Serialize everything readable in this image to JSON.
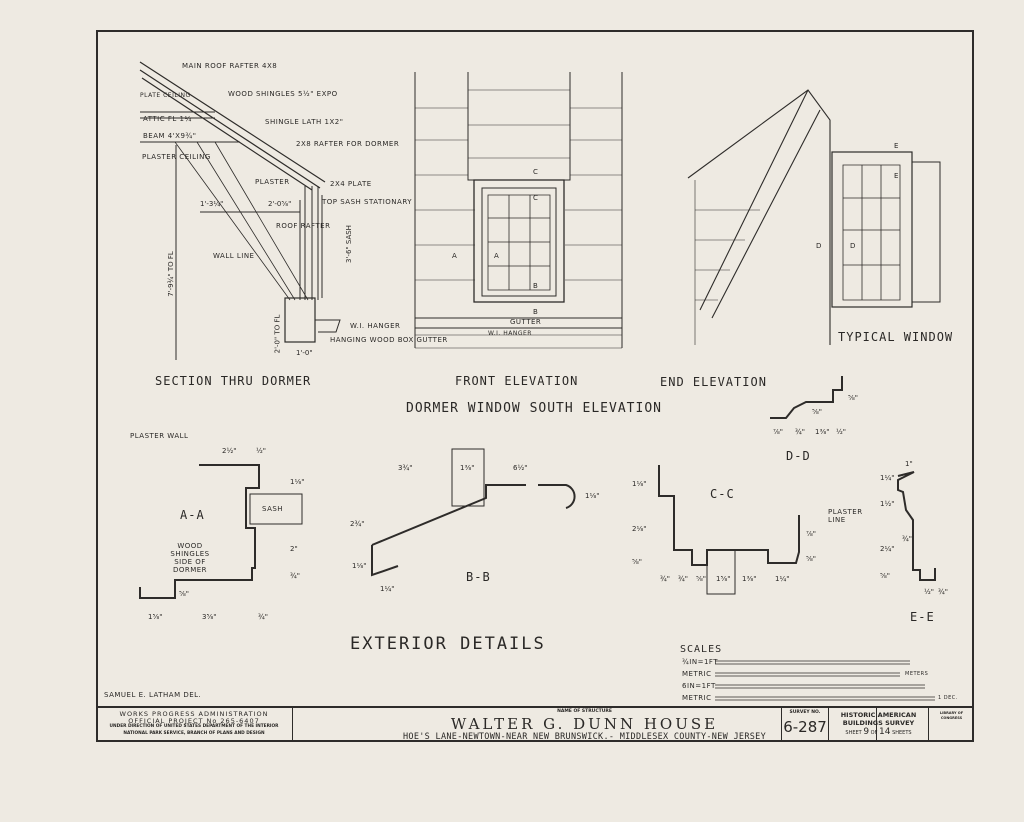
{
  "section_dormer": {
    "title": "SECTION THRU DORMER",
    "labels": [
      "MAIN ROOF RAFTER 4x8",
      "WOOD SHINGLES 5½\" EXPO",
      "PLATE CEILING",
      "ATTIC FL 1¼",
      "BEAM 4'x9¾\"",
      "SHINGLE LATH 1x2\"",
      "2x8 RAFTER FOR DORMER",
      "PLASTER CEILING",
      "PLASTER",
      "2x4 PLATE",
      "TOP SASH STATIONARY",
      "ROOF RAFTER",
      "WALL LINE",
      "W.I. HANGER",
      "HANGING WOOD BOX GUTTER"
    ],
    "dims": [
      "1'-3¼\"",
      "2'-0⅝\"",
      "3'-6\" SASH",
      "7'-9¾\" TO FL",
      "2'-0\" TO FL",
      "1'-0\""
    ]
  },
  "front_elevation": {
    "title": "FRONT ELEVATION",
    "labels": [
      "A",
      "A",
      "B",
      "B",
      "C",
      "C",
      "GUTTER",
      "W.I. HANGER"
    ]
  },
  "end_elevation": {
    "title": "END ELEVATION"
  },
  "typical_window": {
    "title": "TYPICAL WINDOW",
    "labels": [
      "D",
      "D",
      "E",
      "E"
    ]
  },
  "group_title": "DORMER WINDOW SOUTH ELEVATION",
  "details": {
    "aa": {
      "title": "A-A",
      "labels": [
        "PLASTER WALL",
        "WOOD SHINGLES SIDE OF DORMER",
        "SASH"
      ],
      "dims": [
        "2½\"",
        "½\"",
        "1⅛\"",
        "2\"",
        "¾\"",
        "1⅝\"",
        "3⅝\"",
        "¾\"",
        "⅝\""
      ]
    },
    "bb": {
      "title": "B-B",
      "dims": [
        "3¾\"",
        "1⅜\"",
        "6½\"",
        "1⅛\"",
        "2¾\"",
        "1⅛\"",
        "1¼\""
      ]
    },
    "cc": {
      "title": "C-C",
      "labels": [
        "PLASTER LINE"
      ],
      "dims": [
        "1⅛\"",
        "2⅛\"",
        "⅝\"",
        "¾\"",
        "¾\"",
        "⅝\"",
        "1⅝\"",
        "1⅜\"",
        "1¼\"",
        "⅞\"",
        "⅝\""
      ]
    },
    "dd": {
      "title": "D-D",
      "dims": [
        "⅞\"",
        "¾\"",
        "1⅜\"",
        "½\"",
        "⅝\"",
        "⅝\""
      ]
    },
    "ee": {
      "title": "E-E",
      "dims": [
        "1\"",
        "1¼\"",
        "1½\"",
        "2¼\"",
        "⅝\"",
        "¾\"",
        "½\"",
        "¾\""
      ]
    }
  },
  "exterior_details_title": "EXTERIOR DETAILS",
  "scales": {
    "title": "SCALES",
    "rows": [
      "¾IN=1FT",
      "METRIC",
      "6IN=1FT",
      "METRIC"
    ],
    "units": [
      "METERS",
      "1 DEC."
    ]
  },
  "delineator": "SAMUEL E. LATHAM DEL.",
  "title_block": {
    "agency_line1": "WORKS PROGRESS ADMINISTRATION",
    "agency_line2": "OFFICIAL PROJECT No 265-6407",
    "agency_line3": "UNDER DIRECTION OF UNITED STATES DEPARTMENT OF THE INTERIOR",
    "agency_line4": "NATIONAL PARK SERVICE, BRANCH OF PLANS AND DESIGN",
    "name_label": "NAME OF STRUCTURE",
    "structure_name": "WALTER G. DUNN HOUSE",
    "location": "HOE'S LANE-NEWTOWN-NEAR NEW BRUNSWICK.- MIDDLESEX COUNTY-NEW JERSEY",
    "survey_label": "SURVEY NO.",
    "survey_no": "6-287",
    "habs_line1": "HISTORIC AMERICAN",
    "habs_line2": "BUILDINGS SURVEY",
    "sheet_prefix": "SHEET",
    "sheet_no": "9",
    "sheet_of": "OF",
    "sheet_total": "14",
    "sheet_suffix": "SHEETS",
    "library_stamp": "LIBRARY OF CONGRESS"
  }
}
